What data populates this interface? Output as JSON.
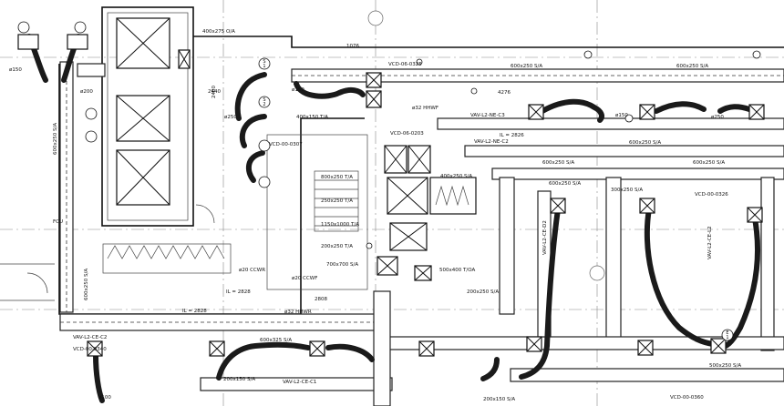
{
  "labels": {
    "oa_top": "400x275 O/A",
    "sa_main_1": "600x250 S/A",
    "sa_main_2": "600x250 S/A",
    "sa_left": "600x250 S/A",
    "sa_vert": "600x250 S/A",
    "sa_lower": "600x250 S/A",
    "sa_bottom": "600x325 S/A",
    "sa_bottom_r": "500x250 S/A",
    "ra_1": "400x150 T/A",
    "ra_2": "800x250 T/A",
    "ra_3": "250x250 T/A",
    "ra_4": "1150x1000 T/A",
    "ra_5": "200x250 T/A",
    "ra_6": "700x700 S/A",
    "ra_7": "500x400 T/OA",
    "ra_8": "200x250 S/A",
    "vav_1": "VAV-L2-NE-C3",
    "vav_2": "VAV-L2-NE-C2",
    "vav_3": "VAV-L2-CE-C2",
    "vav_4": "VAV-L2-CE-D2",
    "vav_5": "VAV-L2-CE-C1",
    "vav_6": "VAV-L2-CE-L2",
    "vcd_1": "VCD-06-0203",
    "vcd_2": "VCD-00-0307",
    "vcd_3": "VCD-06-0325",
    "vcd_4": "VCD-00-0340",
    "vcd_5": "VCD-00-0360",
    "vcd_6": "VCD-00-0326",
    "lvl_1": "IL = 2828",
    "lvl_2": "IL = 2828",
    "lvl_3": "IL = 2826",
    "fcu": "FCU",
    "dim_1": "2440",
    "dim_2": "2400",
    "dim_3": "2808",
    "dim_4": "4276",
    "dim_5": "1076",
    "dia_1": "ø150",
    "dia_2": "ø200",
    "dia_3": "ø250",
    "dia_4": "ø150",
    "dia_5": "ø100",
    "dia_6": "ø150",
    "dia_7": "ø250",
    "misc_1": "ø32 HHWF",
    "misc_2": "ø32 HHWR",
    "misc_3": "ø20 CCWF",
    "misc_4": "ø20 CCWR",
    "misc_5": "200x150 S/A",
    "misc_6": "600x250 S/A",
    "misc_7": "300x250 S/A",
    "misc_8": "400x250 S/A",
    "misc_9": "200x150 S/A",
    "tag_1a": "S",
    "tag_1b": "1",
    "tag_2a": "S",
    "tag_2b": "2",
    "tag_3a": "E",
    "tag_3b": "1"
  }
}
